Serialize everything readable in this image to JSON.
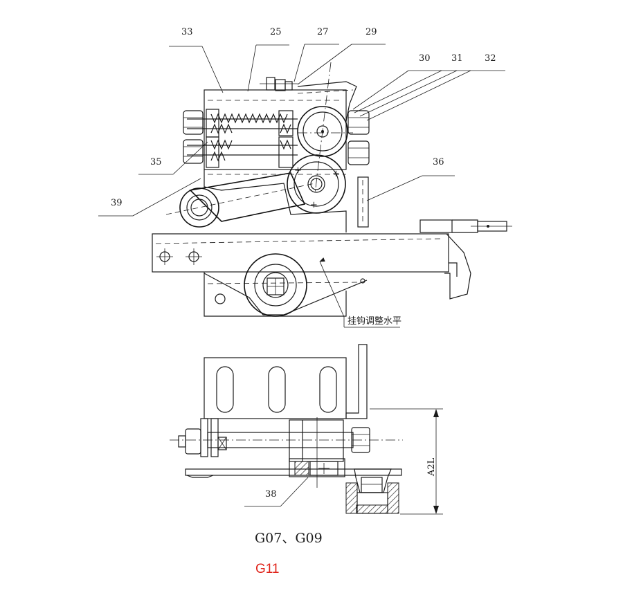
{
  "part_labels": {
    "p25": "25",
    "p27": "27",
    "p29": "29",
    "p30": "30",
    "p31": "31",
    "p32": "32",
    "p33": "33",
    "p35": "35",
    "p36": "36",
    "p38": "38",
    "p39": "39"
  },
  "annotation": "挂钩调整水平",
  "dimension": "A2L",
  "model_primary": "G07、G09",
  "model_secondary": "G11",
  "colors": {
    "line": "#1a1a1a",
    "model_secondary": "#e0241b"
  }
}
